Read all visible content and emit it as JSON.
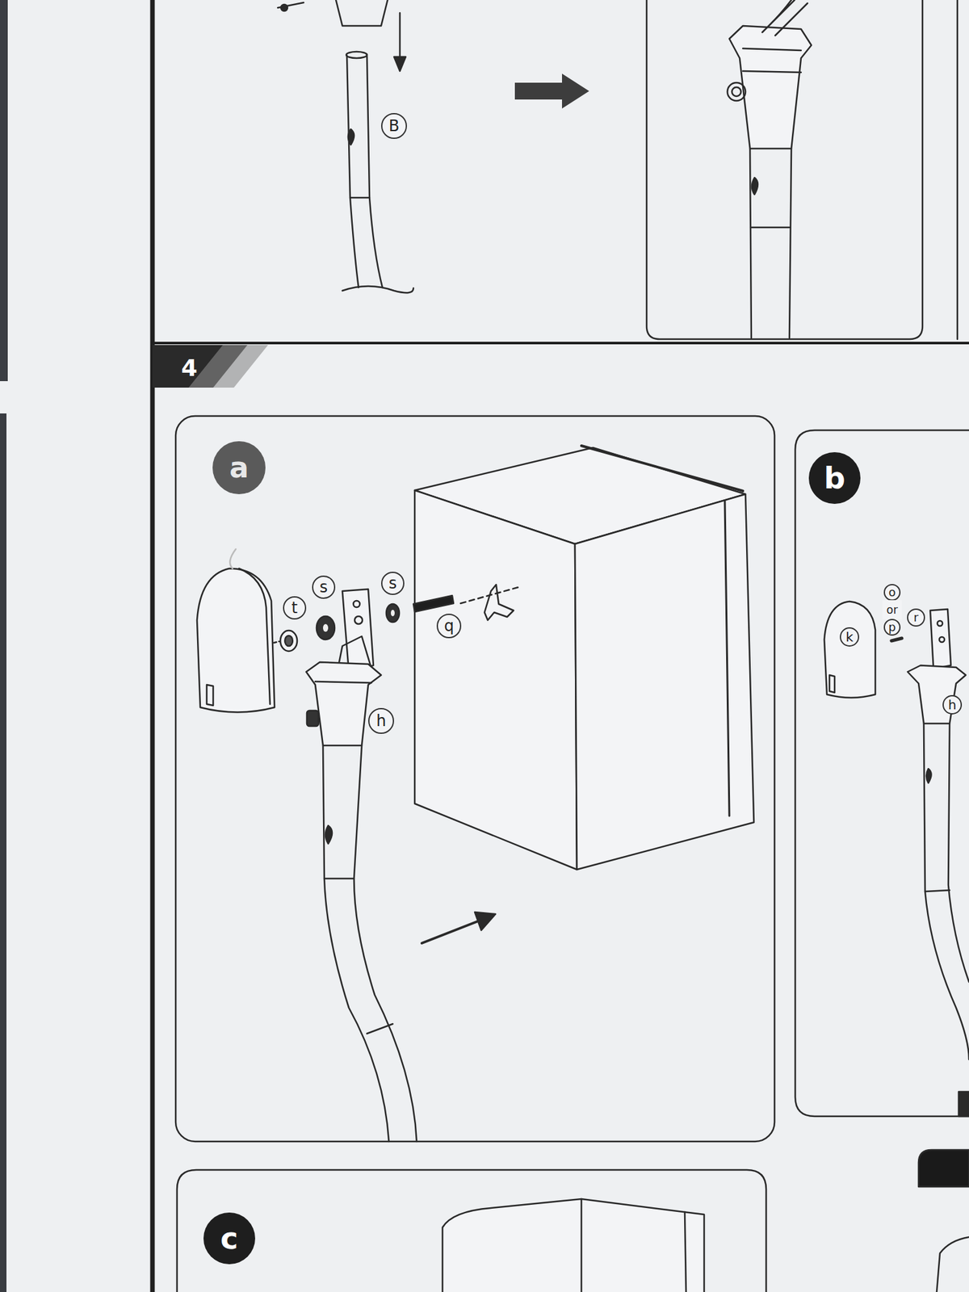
{
  "diagram": {
    "labels": [
      "B",
      "4",
      "a",
      "t",
      "s",
      "s",
      "q",
      "h",
      "b",
      "o",
      "or",
      "p",
      "r",
      "k",
      "h",
      "c"
    ]
  }
}
